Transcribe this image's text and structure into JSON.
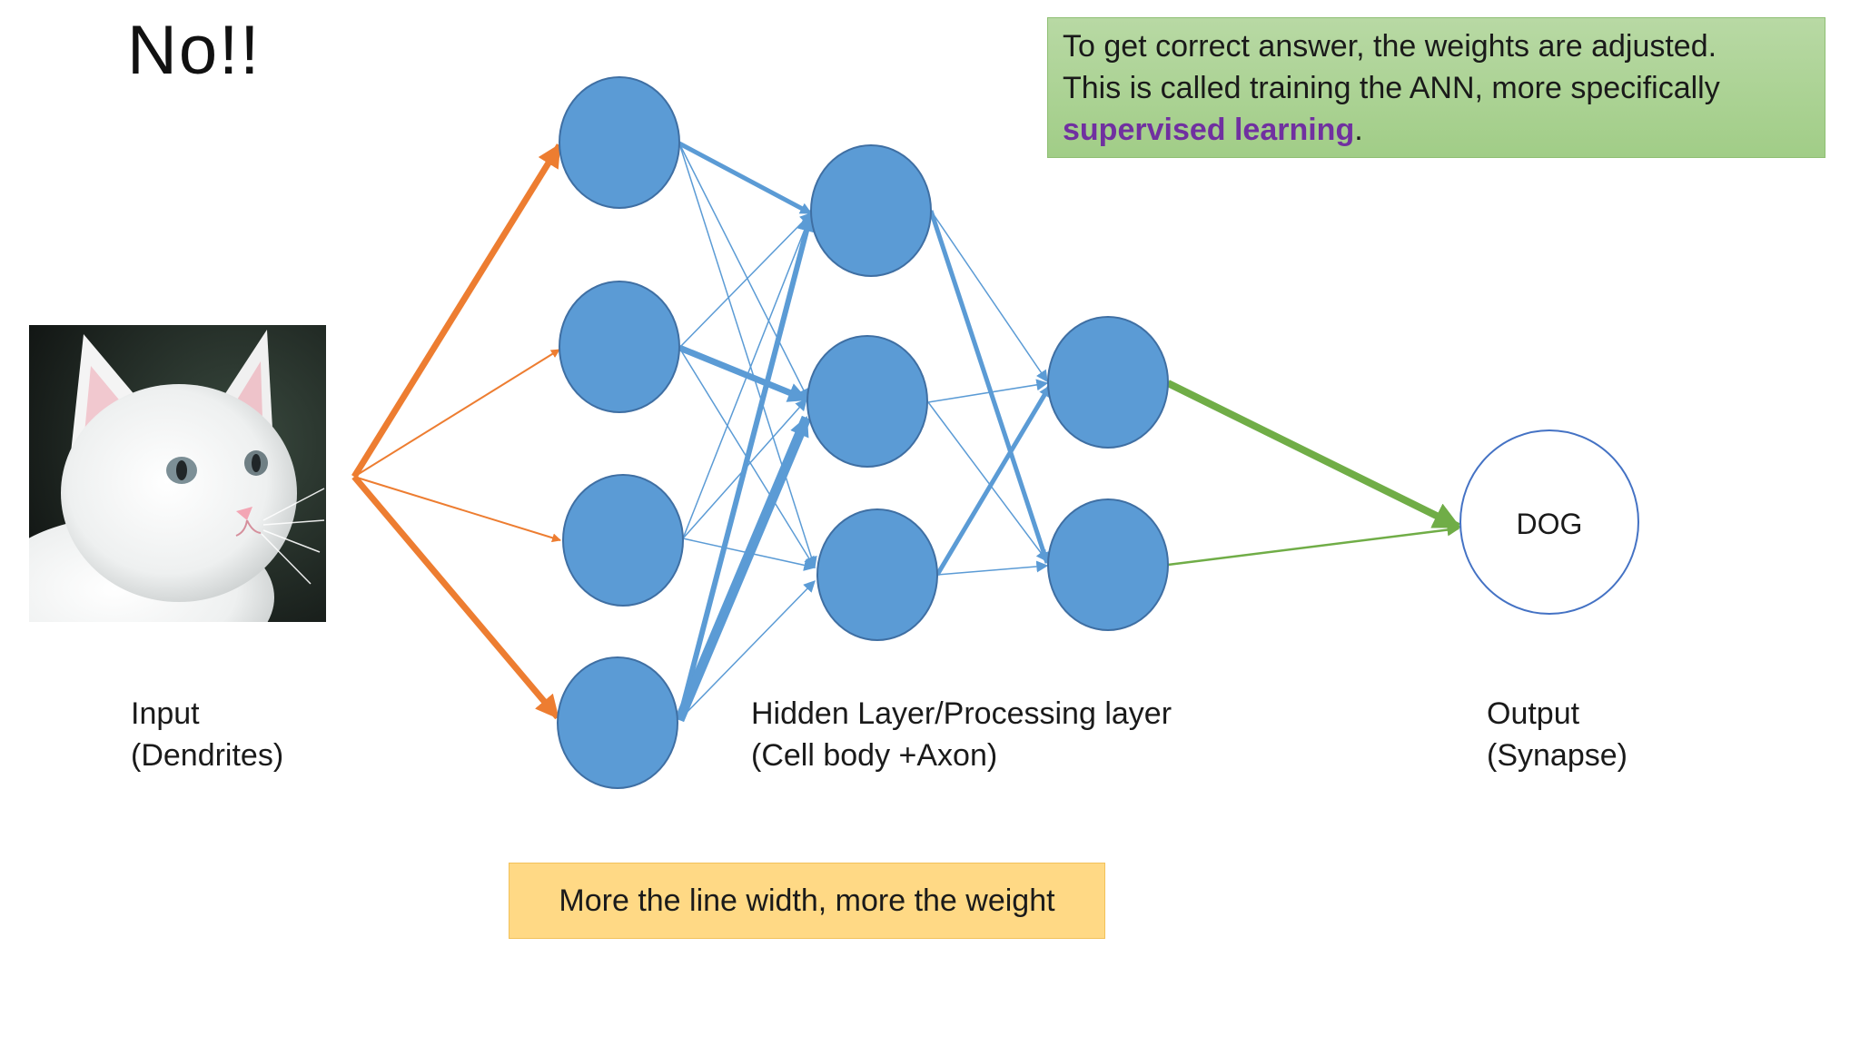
{
  "slide": {
    "title": "No!!"
  },
  "info_box": {
    "line1": "To get correct answer, the weights are adjusted.",
    "line2": "This is called training the ANN, more specifically",
    "highlight": "supervised learning",
    "suffix": "."
  },
  "labels": {
    "input": [
      "Input",
      "(Dendrites)"
    ],
    "hidden": [
      "Hidden Layer/Processing layer",
      "(Cell body +Axon)"
    ],
    "output": [
      "Output",
      "(Synapse)"
    ]
  },
  "output_node": {
    "label": "DOG"
  },
  "note": "More the line width, more the weight",
  "colors": {
    "node_fill": "#5b9bd5",
    "node_stroke": "#3f6fa3",
    "input_edges": "#ed7d31",
    "hidden_edges": "#5b9bd5",
    "output_edges": "#70ad47",
    "info_box": "#a9d18e",
    "note_box": "#ffd966",
    "highlight_text": "#7030a0"
  },
  "image": {
    "subject": "white kitten",
    "icon": "cat-photo"
  }
}
